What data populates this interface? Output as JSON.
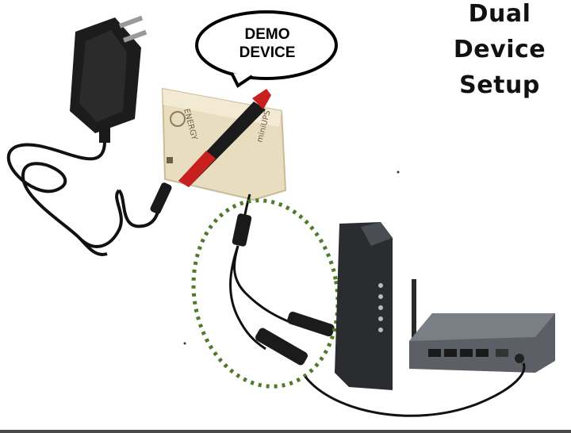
{
  "title": {
    "lines": [
      "Dual",
      "Device",
      "Setup"
    ]
  },
  "callout": {
    "line1": "DEMO",
    "line2": "DEVICE"
  },
  "device_label": {
    "brand": "ENERGY",
    "model": "miniUPS"
  },
  "colors": {
    "adapter": "#1c1c1c",
    "cable": "#111111",
    "device_body": "#e9ddc0",
    "highlight_ring": "#4f7a2a",
    "router_body": "#5c6066",
    "modem_body": "#2a2c30",
    "pen_red": "#c8201f"
  }
}
